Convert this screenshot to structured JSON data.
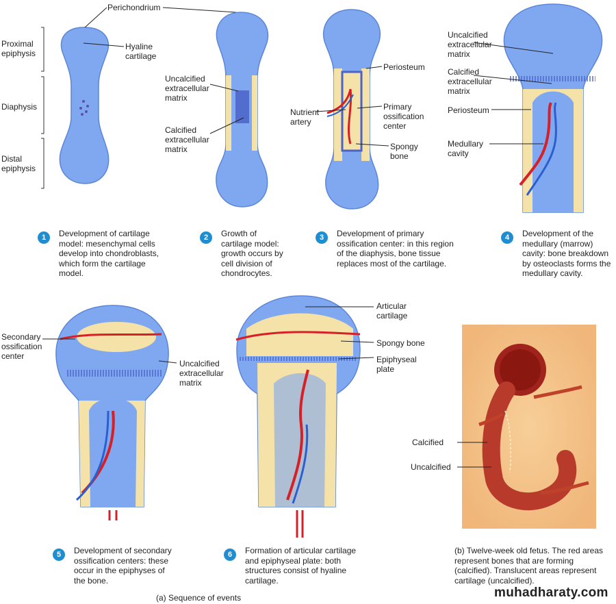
{
  "labels": {
    "perichondrium": "Perichondrium",
    "proximal_epiphysis": "Proximal\nepiphysis",
    "hyaline_cartilage": "Hyaline\ncartilage",
    "diaphysis": "Diaphysis",
    "distal_epiphysis": "Distal\nepiphysis",
    "uncalcified_ecm_2": "Uncalcified\nextracellular\nmatrix",
    "calcified_ecm_2": "Calcified\nextracellular\nmatrix",
    "periosteum_3": "Periosteum",
    "nutrient_artery": "Nutrient\nartery",
    "primary_ossification_center": "Primary\nossification\ncenter",
    "spongy_bone_3": "Spongy\nbone",
    "uncalcified_ecm_4": "Uncalcified\nextracellular\nmatrix",
    "calcified_ecm_4": "Calcified\nextracellular\nmatrix",
    "periosteum_4": "Periosteum",
    "medullary_cavity": "Medullary\ncavity",
    "secondary_ossification_center": "Secondary\nossification\ncenter",
    "uncalcified_ecm_5": "Uncalcified\nextracellular\nmatrix",
    "articular_cartilage": "Articular\ncartilage",
    "spongy_bone_6": "Spongy bone",
    "epiphyseal_plate": "Epiphyseal\nplate",
    "calcified_b": "Calcified",
    "uncalcified_b": "Uncalcified"
  },
  "steps": [
    {
      "num": "1",
      "text": "Development of cartilage\nmodel: mesenchymal cells\ndevelop into chondroblasts,\nwhich form the cartilage\nmodel."
    },
    {
      "num": "2",
      "text": "Growth of\ncartilage model:\ngrowth occurs by\ncell division of\nchondrocytes."
    },
    {
      "num": "3",
      "text": "Development of primary\nossification center: in this region\nof the diaphysis, bone tissue\nreplaces most of the cartilage."
    },
    {
      "num": "4",
      "text": "Development of the\nmedullary (marrow)\ncavity: bone breakdown\nby osteoclasts forms the\nmedullary cavity."
    },
    {
      "num": "5",
      "text": "Development of secondary\nossification centers: these\noccur in the epiphyses of\nthe bone."
    },
    {
      "num": "6",
      "text": "Formation of articular cartilage\nand epiphyseal plate: both\nstructures consist of hyaline\ncartilage."
    }
  ],
  "caption_a": "(a) Sequence of events",
  "caption_b": "(b) Twelve-week old fetus. The red areas\nrepresent bones that are forming\n(calcified). Translucent areas represent\ncartilage (uncalcified).",
  "watermark": "muhadharaty.com",
  "colors": {
    "cartilage": "#7fa8f0",
    "cartilage_edge": "#5b86d6",
    "bone": "#f4e2a8",
    "artery": "#d61f26",
    "vein": "#2b5fd0",
    "step_badge": "#1e8ed0",
    "fetus_bg": "#f3c58f"
  }
}
